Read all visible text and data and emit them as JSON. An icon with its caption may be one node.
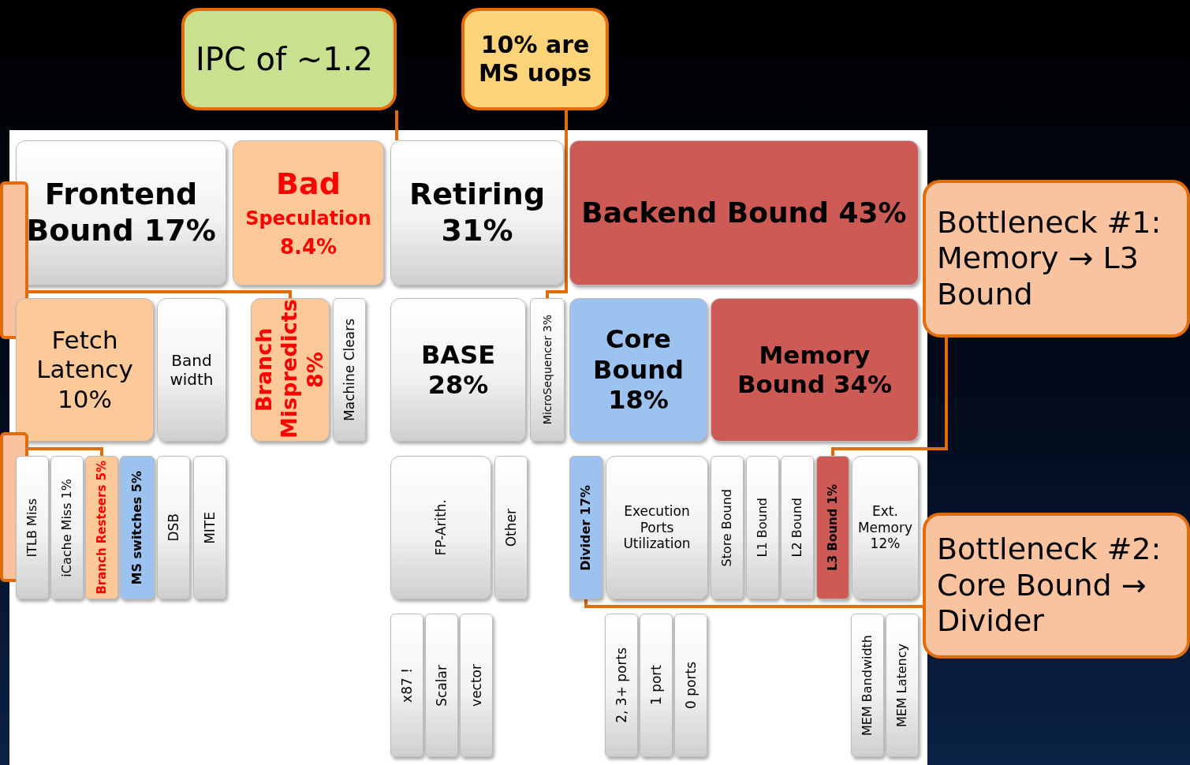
{
  "diagram": {
    "nodes": [
      {
        "text": [
          "IPC of ~1.2"
        ]
      },
      {
        "text": [
          "10% are MS uops"
        ]
      },
      {
        "text": [
          "Frontend Bound 17%"
        ]
      },
      {
        "text": [
          "Bad",
          "Speculation",
          "8.4%"
        ]
      },
      {
        "text": [
          "Retiring 31%"
        ]
      },
      {
        "text": [
          "Backend Bound 43%"
        ]
      },
      {
        "text": [
          "Bottleneck #1: Memory → L3 Bound"
        ]
      },
      {
        "text": [],
        "shape": "box"
      },
      {
        "text": [
          "Fetch Latency 10%"
        ]
      },
      {
        "text": [
          "Band width"
        ]
      },
      {
        "text": [
          "Branch Mispredicts 8%"
        ]
      },
      {
        "text": [
          "Machine Clears"
        ]
      },
      {
        "text": [
          "BASE 28%"
        ]
      },
      {
        "text": [
          "MicroSequencer 3%"
        ]
      },
      {
        "text": [
          "Core Bound 18%"
        ]
      },
      {
        "text": [
          "Memory Bound 34%"
        ]
      },
      {
        "text": [],
        "shape": "box"
      },
      {
        "text": [
          "ITLB Miss"
        ]
      },
      {
        "text": [
          "iCache Miss 1%"
        ]
      },
      {
        "text": [
          "Branch Resteers 5%"
        ]
      },
      {
        "text": [
          "MS switches 5%"
        ]
      },
      {
        "text": [
          "DSB"
        ]
      },
      {
        "text": [
          "MITE"
        ]
      },
      {
        "text": [
          "FP-Arith."
        ]
      },
      {
        "text": [
          "Other"
        ]
      },
      {
        "text": [
          "Divider 17%"
        ]
      },
      {
        "text": [
          "Execution Ports Utilization"
        ]
      },
      {
        "text": [
          "Store Bound"
        ]
      },
      {
        "text": [
          "L1 Bound"
        ]
      },
      {
        "text": [
          "L2 Bound"
        ]
      },
      {
        "text": [
          "L3 Bound 1%"
        ]
      },
      {
        "text": [
          "Ext. Memory 12%"
        ]
      },
      {
        "text": [
          "Bottleneck #2: Core Bound → Divider"
        ]
      },
      {
        "text": [
          "x87 !"
        ]
      },
      {
        "text": [
          "Scalar"
        ]
      },
      {
        "text": [
          "vector"
        ]
      },
      {
        "text": [
          "2, 3+ ports"
        ]
      },
      {
        "text": [
          "1 port"
        ]
      },
      {
        "text": [
          "0 ports"
        ]
      },
      {
        "text": [
          "MEM Bandwidth"
        ]
      },
      {
        "text": [
          "MEM Latency"
        ]
      }
    ],
    "edges": [
      {
        "from": 0,
        "to": 4,
        "arrow": "none"
      },
      {
        "from": 1,
        "to": 13,
        "arrow": "none"
      },
      {
        "from": 6,
        "to": 30,
        "arrow": "none"
      },
      {
        "from": 7,
        "to": 10,
        "arrow": "none"
      },
      {
        "from": 16,
        "to": 19,
        "arrow": "none"
      },
      {
        "from": 32,
        "to": 25,
        "arrow": "none"
      }
    ]
  }
}
